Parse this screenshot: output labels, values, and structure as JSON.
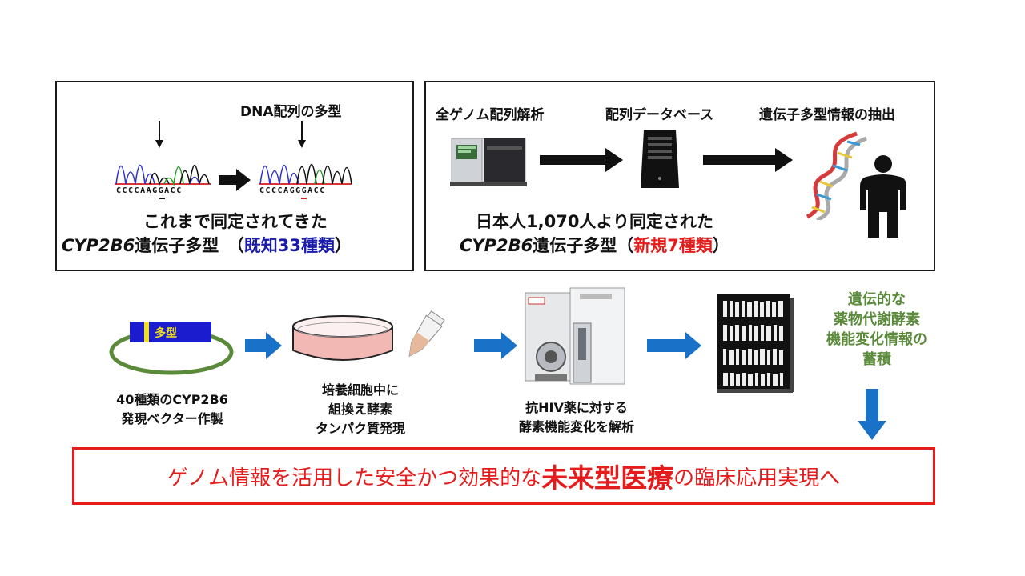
{
  "top_left": {
    "dna_title": "DNA配列の多型",
    "seq_before": "CCCCAAGGACC",
    "seq_after": "CCCCAGGGACC",
    "caption_line1": "これまで同定されてきた",
    "caption_gene": "CYP2B6",
    "caption_line2_mid": "遺伝子多型　（",
    "caption_known": "既知33種類",
    "caption_close": "）"
  },
  "top_right": {
    "step1": "全ゲノム配列解析",
    "step2": "配列データベース",
    "step3": "遺伝子多型情報の抽出",
    "caption_line1": "日本人1,070人より同定された",
    "caption_gene": "CYP2B6",
    "caption_line2_mid": "遺伝子多型（",
    "caption_new": "新規7種類",
    "caption_close": "）"
  },
  "workflow": {
    "vector_tag": "多型",
    "step1_line1": "40種類のCYP2B6",
    "step1_line2": "発現ベクター作製",
    "step2_line1": "培養細胞中に",
    "step2_line2": "組換え酵素",
    "step2_line3": "タンパク質発現",
    "step3_line1": "抗HIV薬に対する",
    "step3_line2": "酵素機能変化を解析",
    "result_line1": "遺伝的な",
    "result_line2": "薬物代謝酵素",
    "result_line3": "機能変化情報の",
    "result_line4": "蓄積"
  },
  "banner": {
    "part1": "ゲノム情報を活用した安全かつ効果的な",
    "emphasis": "未来型医療",
    "part2": "の臨床応用実現へ"
  },
  "colors": {
    "accent_blue": "#1a72c8",
    "known_blue": "#1a1aa8",
    "red": "#e51c1c",
    "green": "#5a8a3a"
  }
}
